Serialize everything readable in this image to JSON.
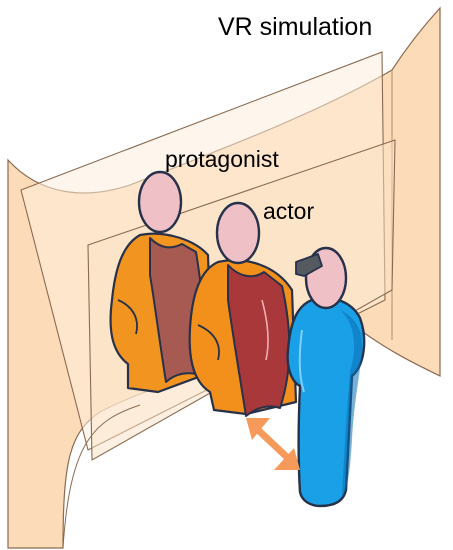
{
  "labels": {
    "vr_simulation": "VR simulation",
    "protagonist": "protagonist",
    "actor": "actor"
  },
  "colors": {
    "screen_fill": "#fcdcb8",
    "screen_edge": "#8a6a50",
    "protagonist_robe": "#f29420",
    "protagonist_scarf": "#a65a52",
    "actor_robe": "#f3901c",
    "actor_scarf": "#a8383a",
    "skin": "#efc0c6",
    "user_body": "#19a0e6",
    "user_body_dark": "#0a6fb6",
    "headset": "#555a60",
    "arrow": "#f59a5a",
    "outline": "#27314a"
  },
  "icons": {
    "arrow": "double-headed-arrow",
    "headset": "vr-headset"
  }
}
